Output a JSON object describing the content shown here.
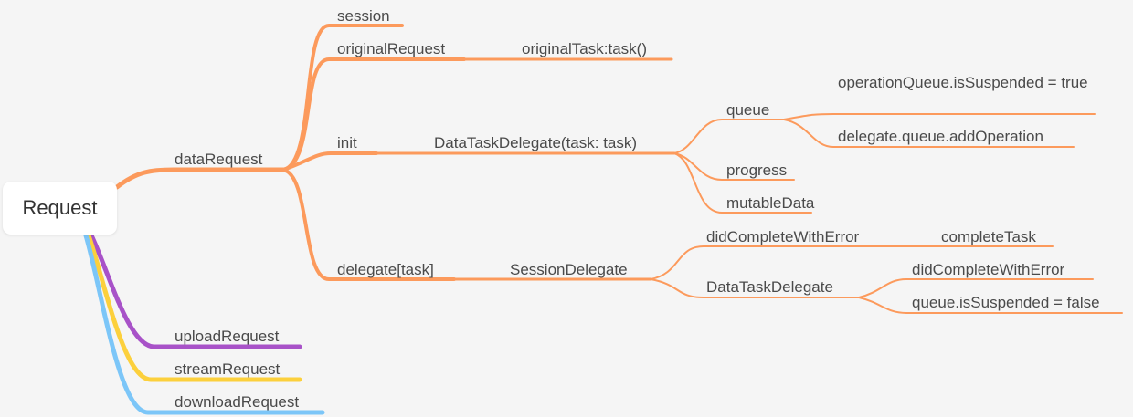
{
  "root": {
    "label": "Request"
  },
  "colors": {
    "orange": "#fc9a5c",
    "purple": "#a852c8",
    "yellow": "#fcd03c",
    "blue": "#7cc6f8",
    "text": "#4a4a4a",
    "background": "#f5f5f5"
  },
  "branches": {
    "dataRequest": "dataRequest",
    "uploadRequest": "uploadRequest",
    "streamRequest": "streamRequest",
    "downloadRequest": "downloadRequest"
  },
  "dataRequest": {
    "session": "session",
    "originalRequest": "originalRequest",
    "originalTask": "originalTask:task()",
    "init": "init",
    "dataTaskDelegateInit": "DataTaskDelegate(task: task)",
    "queue": "queue",
    "queueSuspended": "operationQueue.isSuspended = true",
    "addOperation": "delegate.queue.addOperation",
    "progress": "progress",
    "mutableData": "mutableData",
    "delegateTask": "delegate[task]",
    "sessionDelegate": "SessionDelegate",
    "didCompleteWithError": "didCompleteWithError",
    "completeTask": "completeTask",
    "dataTaskDelegate": "DataTaskDelegate",
    "dtdDidCompleteWithError": "didCompleteWithError",
    "queueIsSuspendedFalse": "queue.isSuspended = false"
  }
}
